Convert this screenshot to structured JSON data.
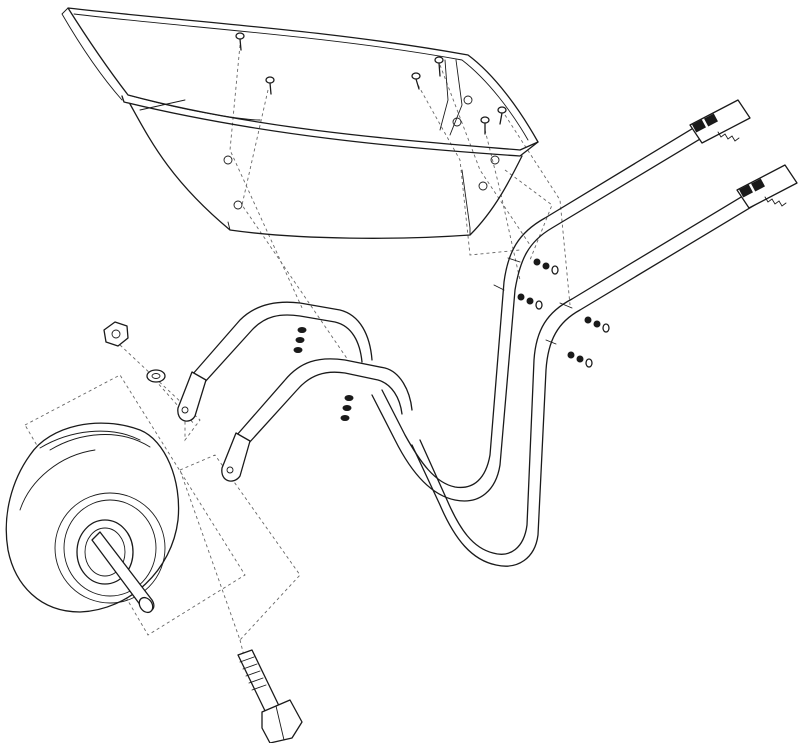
{
  "diagram": {
    "type": "exploded-assembly",
    "parts": [
      {
        "name": "tray"
      },
      {
        "name": "tray-bolt"
      },
      {
        "name": "frame-handle-left"
      },
      {
        "name": "frame-handle-right"
      },
      {
        "name": "handle-grip"
      },
      {
        "name": "leg-stay"
      },
      {
        "name": "wheel"
      },
      {
        "name": "axle"
      },
      {
        "name": "axle-bolt"
      },
      {
        "name": "hex-nut"
      },
      {
        "name": "washer"
      },
      {
        "name": "frame-nut-stack"
      }
    ],
    "colors": {
      "line": "#1a1a1a",
      "leader": "#666666",
      "background": "#ffffff"
    }
  }
}
